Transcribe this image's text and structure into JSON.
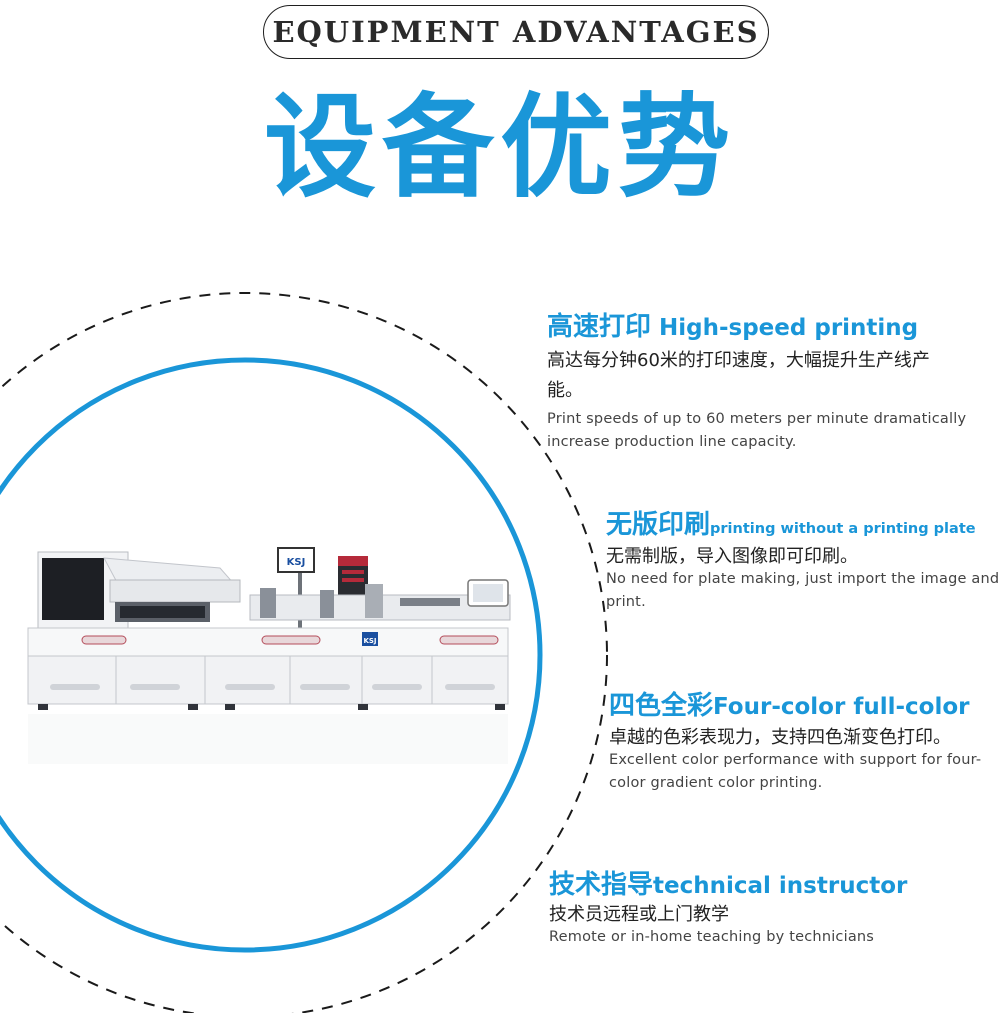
{
  "header": {
    "english_title": "EQUIPMENT ADVANTAGES",
    "chinese_title": "设备优势"
  },
  "colors": {
    "accent_blue": "#1a96d8",
    "text_dark": "#222222",
    "dash_circle": "#1a1a1a"
  },
  "features": [
    {
      "title_cn": "高速打印",
      "title_en": "High-speed printing",
      "desc_cn": "高达每分钟60米的打印速度，大幅提升生产线产能。",
      "desc_en": "Print speeds of up to 60 meters per minute dramatically increase production line capacity."
    },
    {
      "title_cn": "无版印刷",
      "title_en": "printing without a printing plate",
      "desc_cn": "无需制版，导入图像即可印刷。",
      "desc_en": "No need for plate making, just import the image and print."
    },
    {
      "title_cn": "四色全彩",
      "title_en": "Four-color full-color",
      "desc_cn": "卓越的色彩表现力，支持四色渐变色打印。",
      "desc_en": "Excellent color performance with support for four-color gradient color printing."
    },
    {
      "title_cn": "技术指导",
      "title_en": "technical instructor",
      "desc_cn": "技术员远程或上门教学",
      "desc_en": "Remote or in-home teaching by technicians"
    }
  ],
  "machine": {
    "monitor_logo": "KSJ",
    "panel_logo": "KSJ"
  }
}
